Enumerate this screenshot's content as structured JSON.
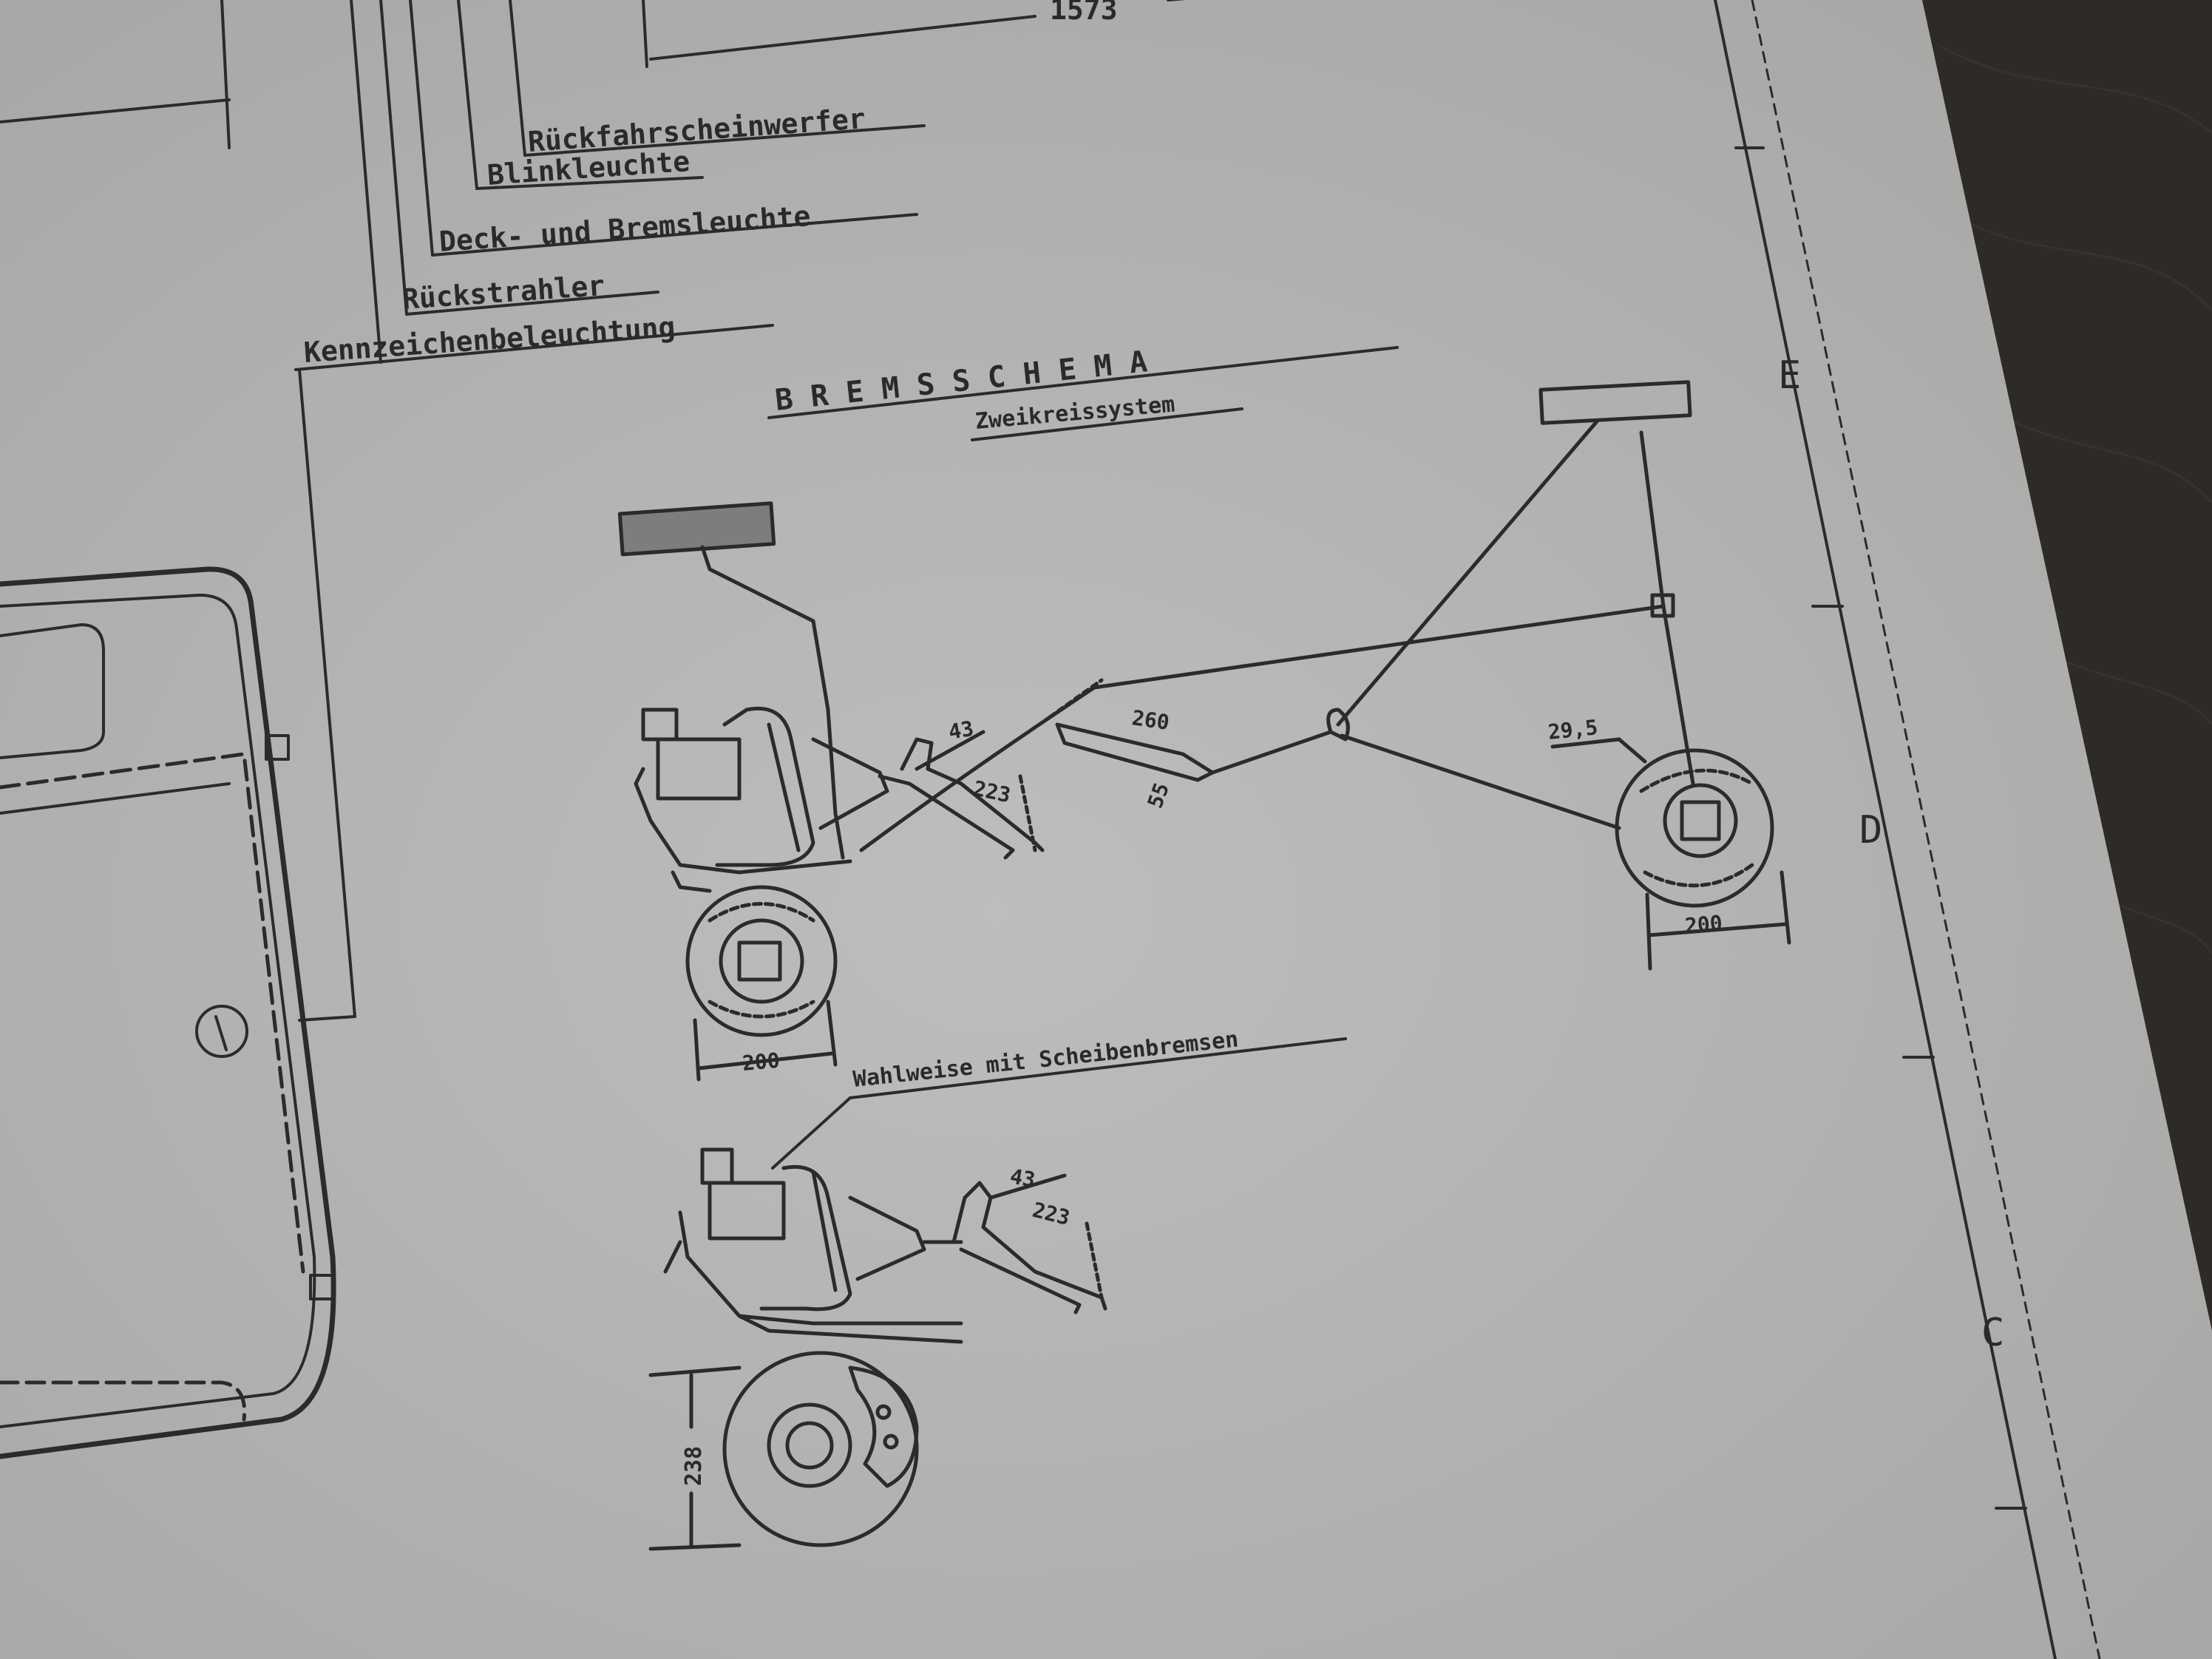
{
  "dimension_top": "1573",
  "lamp_labels": {
    "rueckfahr": "Rückfahrscheinwerfer",
    "blink": "Blinkleuchte",
    "deck_brems": "Deck- und Bremsleuchte",
    "rueckstrahler": "Rückstrahler",
    "kennzeichen": "Kennzeichenbeleuchtung"
  },
  "schema": {
    "title": "B R E M S S C H E M A",
    "subtitle": "Zweikreissystem"
  },
  "dimensions": {
    "pedal_angle_top": "43",
    "pedal_travel_top": "223",
    "handbrake_length": "260",
    "handbrake_angle": "55",
    "rear_drum_offset": "29,5",
    "rear_drum_diameter": "200",
    "front_drum_diameter": "200",
    "pedal_angle_disc": "43",
    "pedal_travel_disc": "223",
    "disc_diameter": "238"
  },
  "option_label": "Wahlweise mit Scheibenbremsen",
  "grid_markers": [
    "E",
    "D",
    "C"
  ],
  "colors": {
    "paper": "#b6b6b4",
    "ink": "#2b2b2b",
    "table": "#2e2a27"
  }
}
